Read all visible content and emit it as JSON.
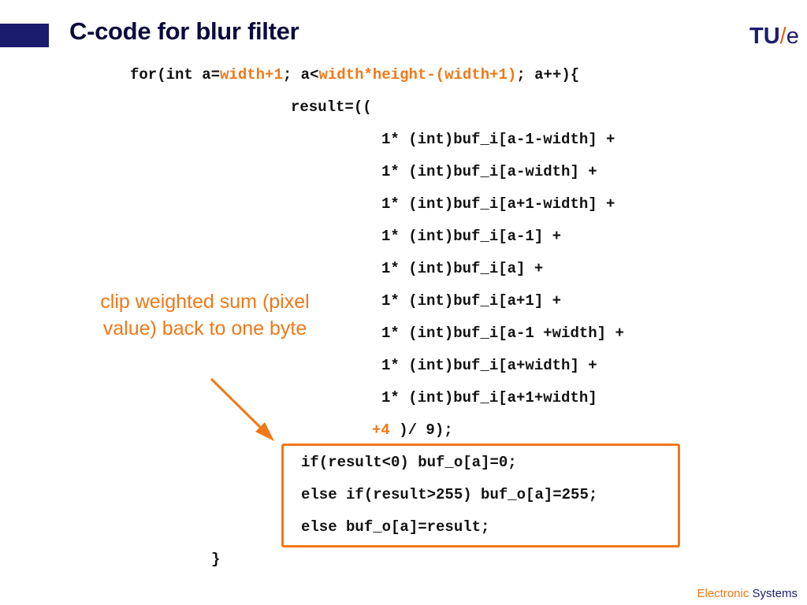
{
  "slide": {
    "title": "C-code for blur filter",
    "logo": {
      "tu": "TU",
      "slash": "/",
      "e": "e"
    },
    "footer": {
      "part1": "Electronic",
      "part2": "Systems"
    },
    "note": "clip weighted sum (pixel value) back to one byte",
    "code": {
      "for_prefix": "for(int a=",
      "for_init": "width+1",
      "for_mid": "; a<",
      "for_cond": "width*height-(width+1)",
      "for_suffix": "; a++){",
      "result_open": "result=((",
      "terms": [
        "1* (int)buf_i[a-1-width] +",
        "1* (int)buf_i[a-width] +",
        "1* (int)buf_i[a+1-width] +",
        "1* (int)buf_i[a-1] +",
        "1* (int)buf_i[a] +",
        "1* (int)buf_i[a+1] +",
        "1* (int)buf_i[a-1 +width] +",
        "1* (int)buf_i[a+width] +",
        "1* (int)buf_i[a+1+width]"
      ],
      "rounding": "+4",
      "close": ")/ 9);",
      "clip_lines": [
        "if(result<0) buf_o[a]=0;",
        "else if(result>255) buf_o[a]=255;",
        "else buf_o[a]=result;"
      ],
      "closing_brace": "}"
    },
    "colors": {
      "accent": "#f07818",
      "navy": "#1c1c6e",
      "text": "#111111"
    }
  }
}
